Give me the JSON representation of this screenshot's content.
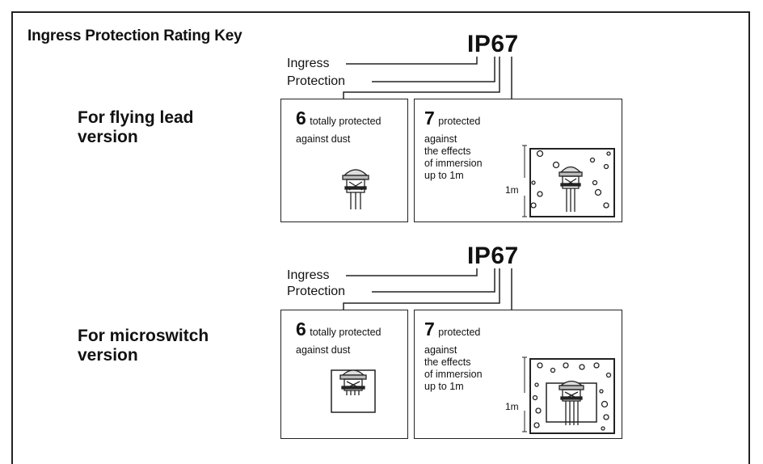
{
  "title": "Ingress Protection Rating Key",
  "sections": [
    {
      "version_label": "For flying lead version",
      "ip_code": "IP67",
      "ingress_label": "Ingress",
      "protection_label": "Protection",
      "dust_digit": "6",
      "dust_text_1": "totally protected",
      "dust_text_2": "against dust",
      "water_digit": "7",
      "water_text_1": "protected",
      "water_text_2": "against",
      "water_text_3": "the effects",
      "water_text_4": "of immersion",
      "water_text_5": "up to 1m",
      "depth_label": "1m"
    },
    {
      "version_label": "For microswitch version",
      "ip_code": "IP67",
      "ingress_label": "Ingress",
      "protection_label": "Protection",
      "dust_digit": "6",
      "dust_text_1": "totally protected",
      "dust_text_2": "against dust",
      "water_digit": "7",
      "water_text_1": "protected",
      "water_text_2": "against",
      "water_text_3": "the effects",
      "water_text_4": "of immersion",
      "water_text_5": "up to 1m",
      "depth_label": "1m"
    }
  ]
}
